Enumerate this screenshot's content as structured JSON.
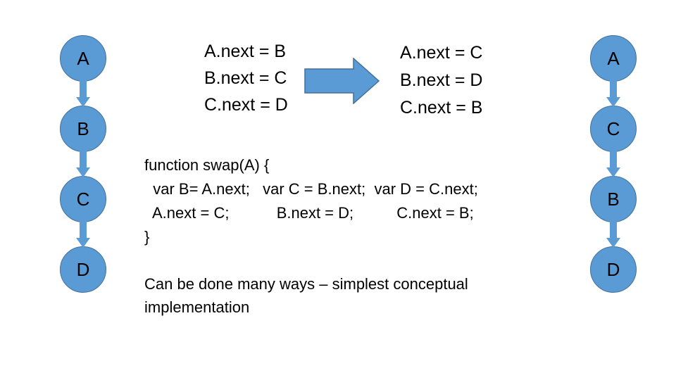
{
  "left_list": [
    "A",
    "B",
    "C",
    "D"
  ],
  "right_list": [
    "A",
    "C",
    "B",
    "D"
  ],
  "before": [
    "A.next = B",
    "B.next = C",
    "C.next = D"
  ],
  "after": [
    "A.next = C",
    "B.next = D",
    "C.next = B"
  ],
  "code": [
    "function swap(A) {",
    "  var B= A.next;   var C = B.next;  var D = C.next;",
    "  A.next = C;           B.next = D;          C.next = B;",
    "}"
  ],
  "note": "Can be done many ways – simplest conceptual implementation",
  "colors": {
    "node_fill": "#5b9bd5",
    "node_border": "#41719c"
  }
}
